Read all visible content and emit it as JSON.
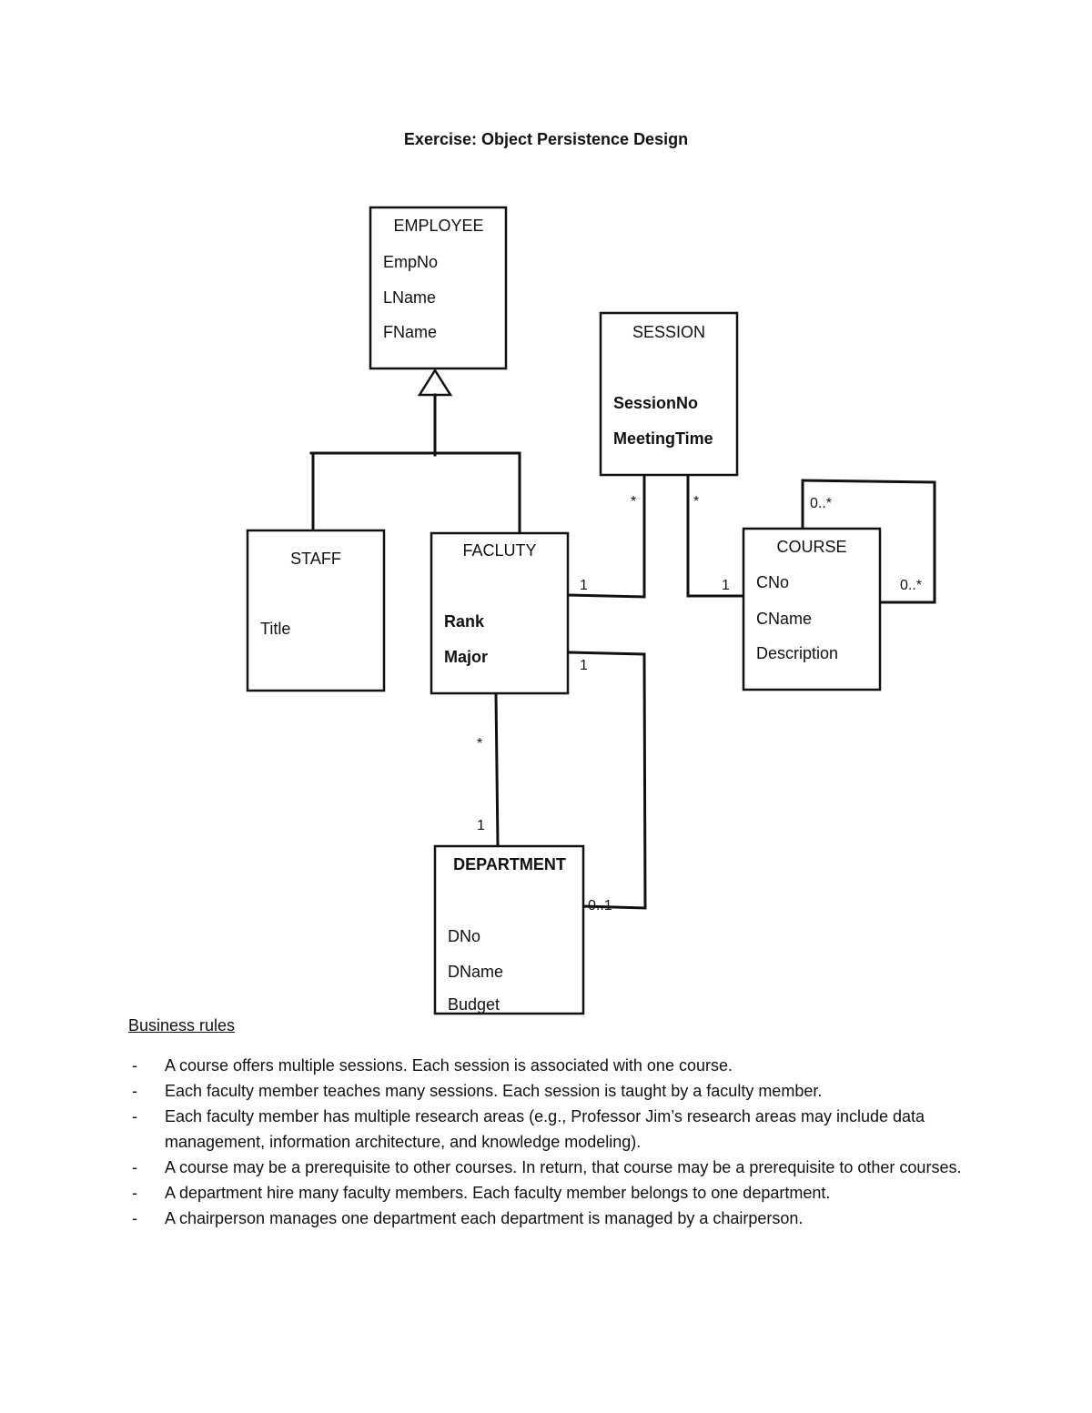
{
  "title": "Exercise: Object Persistence Design",
  "classes": {
    "employee": {
      "name": "EMPLOYEE",
      "attributes": [
        "EmpNo",
        "LName",
        "FName"
      ]
    },
    "session": {
      "name": "SESSION",
      "attributes": [
        "SessionNo",
        "MeetingTime"
      ]
    },
    "staff": {
      "name": "STAFF",
      "attributes": [
        "Title"
      ]
    },
    "faculty": {
      "name": "FACLUTY",
      "attributes": [
        "Rank",
        "Major"
      ]
    },
    "course": {
      "name": "COURSE",
      "attributes": [
        "CNo",
        "CName",
        "Description"
      ]
    },
    "department": {
      "name": "DEPARTMENT",
      "attributes": [
        "DNo",
        "DName",
        "Budget"
      ]
    }
  },
  "multiplicities": {
    "session_faculty_session_end": "*",
    "session_faculty_faculty_end": "1",
    "session_course_session_end": "*",
    "session_course_course_end": "1",
    "course_prereq_top": "0..*",
    "course_prereq_right": "0..*",
    "faculty_department_faculty_end": "*",
    "faculty_department_department_end": "1",
    "chair_faculty_end": "1",
    "chair_department_end": "0..1"
  },
  "business_rules": {
    "heading": "Business rules",
    "bullet": "-",
    "items": [
      "A course offers multiple sessions. Each session is associated with one course.",
      "Each faculty member teaches many sessions. Each session is taught by a faculty member.",
      "Each faculty member has multiple research areas (e.g., Professor Jim’s research areas may include data management, information architecture, and knowledge modeling).",
      "A course may be a prerequisite to other courses. In return, that course may be a prerequisite to other courses.",
      "A department hire many faculty members. Each faculty member belongs to one department.",
      "A chairperson manages one department each department is managed by a chairperson."
    ]
  }
}
